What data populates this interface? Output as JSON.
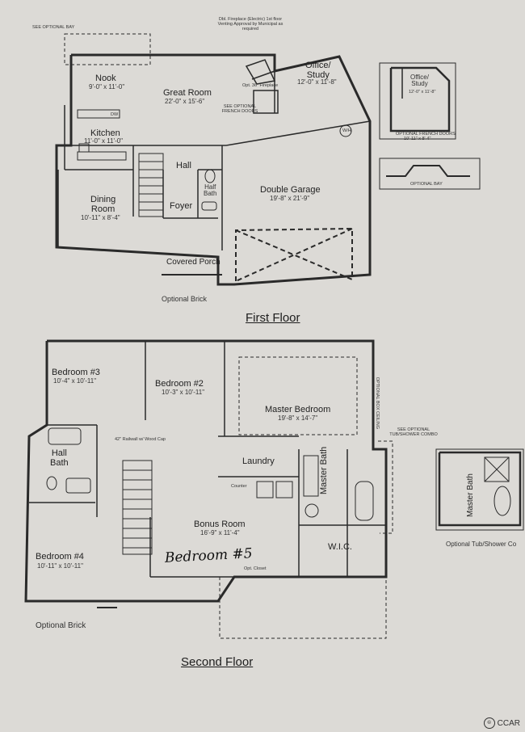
{
  "first_floor": {
    "title": "First Floor",
    "optional_bay_top": "SEE OPTIONAL BAY",
    "fireplace_note": "Dbl. Fireplace (Electric) 1st floor Venting Approval by Municipal as required",
    "rooms": {
      "nook": {
        "name": "Nook",
        "dim": "9'-0\" x 11'-0\""
      },
      "great_room": {
        "name": "Great Room",
        "dim": "22'-0\" x 15'-6\""
      },
      "office": {
        "name": "Office/\nStudy",
        "dim": "12'-0\" x 11'-8\""
      },
      "kitchen": {
        "name": "Kitchen",
        "dim": "11'-0\" x 11'-0\""
      },
      "hall": {
        "name": "Hall"
      },
      "half_bath": {
        "name": "Half\nBath"
      },
      "double_garage": {
        "name": "Double Garage",
        "dim": "19'-8\" x 21'-9\""
      },
      "dining": {
        "name": "Dining\nRoom",
        "dim": "10'-11\" x 8'-4\""
      },
      "foyer": {
        "name": "Foyer"
      },
      "covered_porch": {
        "name": "Covered Porch"
      }
    },
    "optional_brick": "Optional Brick",
    "opt_fireplace": "Opt. 36\" Fireplace",
    "french_doors_note": "SEE OPTIONAL FRENCH DOORS",
    "wh": "W/H",
    "dw": "DW"
  },
  "inset_office": {
    "name": "Office/\nStudy",
    "dim": "12'-0\" x 11'-8\"",
    "caption": "OPTIONAL FRENCH DOORS",
    "caption2": "10'-11\" x 8'-4\""
  },
  "inset_bay": {
    "caption": "OPTIONAL BAY"
  },
  "second_floor": {
    "title": "Second Floor",
    "rooms": {
      "bedroom3": {
        "name": "Bedroom #3",
        "dim": "10'-4\" x 10'-11\""
      },
      "bedroom2": {
        "name": "Bedroom #2",
        "dim": "10'-3\" x 10'-11\""
      },
      "master": {
        "name": "Master Bedroom",
        "dim": "19'-8\" x 14'-7\""
      },
      "hall_bath": {
        "name": "Hall\nBath"
      },
      "laundry": {
        "name": "Laundry"
      },
      "master_bath": {
        "name": "Master Bath"
      },
      "bonus": {
        "name": "Bonus Room",
        "dim": "16'-9\" x 11'-4\""
      },
      "wic": {
        "name": "W.I.C."
      },
      "bedroom4": {
        "name": "Bedroom #4",
        "dim": "10'-11\" x 10'-11\""
      }
    },
    "railing_note": "42\" Railwall w/ Wood Cap",
    "counter": "Counter",
    "opt_closet": "Opt. Closet",
    "box_ceiling": "OPTIONAL BOX CEILING",
    "tub_note": "SEE OPTIONAL TUB/SHOWER COMBO",
    "handwritten": "Bedroom #5",
    "optional_brick": "Optional Brick"
  },
  "inset_master_bath": {
    "name": "Master Bath",
    "caption": "Optional Tub/Shower Co"
  },
  "watermark": {
    "text": "CCAR"
  }
}
